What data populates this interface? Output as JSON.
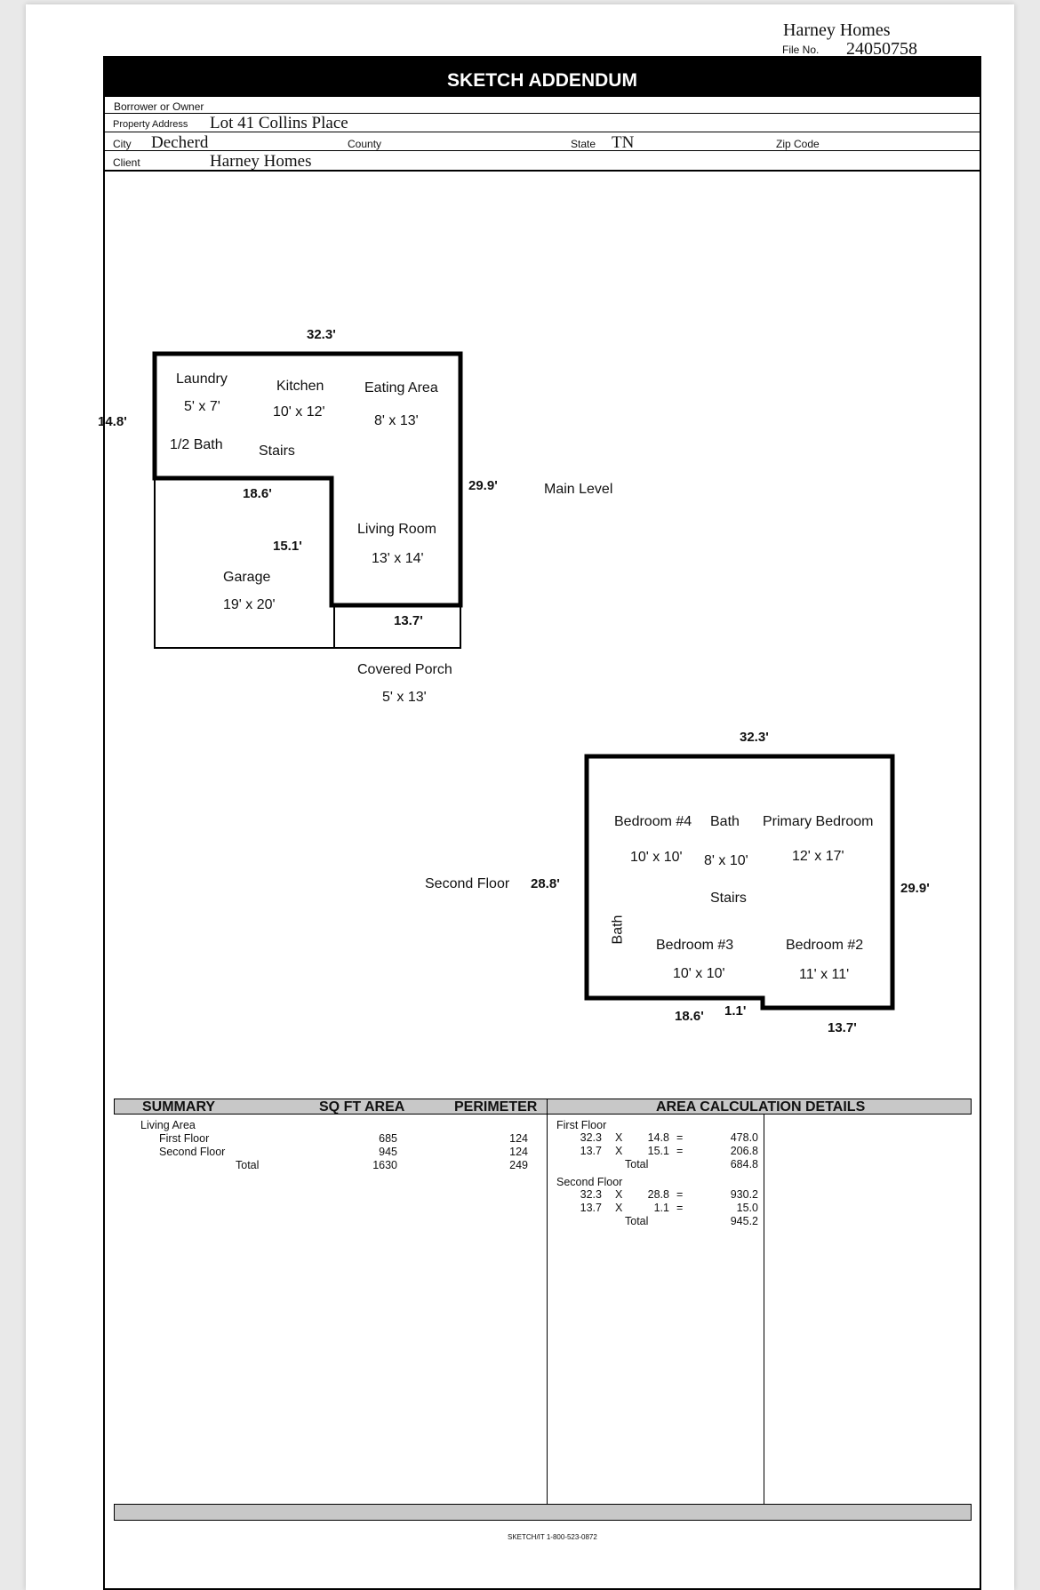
{
  "header": {
    "client_name": "Harney Homes",
    "file_no_label": "File No.",
    "file_no": "24050758"
  },
  "title": "SKETCH ADDENDUM",
  "fields": {
    "borrower_label": "Borrower or Owner",
    "borrower_value": "",
    "property_label": "Property Address",
    "property_value": "Lot 41 Collins Place",
    "city_label": "City",
    "city_value": "Decherd",
    "county_label": "County",
    "county_value": "",
    "state_label": "State",
    "state_value": "TN",
    "zip_label": "Zip Code",
    "zip_value": "",
    "client_label": "Client",
    "client_value": "Harney Homes"
  },
  "main_level": {
    "label": "Main Level",
    "rooms": {
      "laundry": "Laundry",
      "laundry_size": "5' x 7'",
      "half_bath": "1/2 Bath",
      "kitchen": "Kitchen",
      "kitchen_size": "10' x 12'",
      "stairs": "Stairs",
      "eating": "Eating Area",
      "eating_size": "8' x 13'",
      "living": "Living Room",
      "living_size": "13' x 14'",
      "garage": "Garage",
      "garage_size": "19' x 20'",
      "porch": "Covered Porch",
      "porch_size": "5' x 13'"
    },
    "dims": {
      "top": "32.3'",
      "left": "14.8'",
      "right": "29.9'",
      "inner_h": "18.6'",
      "inner_v": "15.1'",
      "bottom": "13.7'"
    }
  },
  "second_floor": {
    "label": "Second Floor",
    "rooms": {
      "bed4": "Bedroom #4",
      "bed4_size": "10' x 10'",
      "bath": "Bath",
      "bath_size": "8' x 10'",
      "primary": "Primary Bedroom",
      "primary_size": "12' x 17'",
      "stairs": "Stairs",
      "bath_side": "Bath",
      "bed3": "Bedroom #3",
      "bed3_size": "10' x 10'",
      "bed2": "Bedroom #2",
      "bed2_size": "11' x 11'"
    },
    "dims": {
      "top": "32.3'",
      "left": "28.8'",
      "right": "29.9'",
      "bottom_left": "18.6'",
      "step": "1.1'",
      "bottom_right": "13.7'"
    }
  },
  "summary": {
    "headers": {
      "summary": "SUMMARY",
      "area": "SQ FT AREA",
      "perimeter": "PERIMETER",
      "details": "AREA CALCULATION DETAILS"
    },
    "living_area": "Living Area",
    "rows": [
      {
        "name": "First Floor",
        "area": "685",
        "perimeter": "124"
      },
      {
        "name": "Second Floor",
        "area": "945",
        "perimeter": "124"
      },
      {
        "name": "Total",
        "area": "1630",
        "perimeter": "249"
      }
    ]
  },
  "calc": {
    "first": {
      "title": "First Floor",
      "lines": [
        {
          "a": "32.3",
          "op": "X",
          "b": "14.8",
          "eq": "=",
          "r": "478.0"
        },
        {
          "a": "13.7",
          "op": "X",
          "b": "15.1",
          "eq": "=",
          "r": "206.8"
        }
      ],
      "total_label": "Total",
      "total": "684.8"
    },
    "second": {
      "title": "Second Floor",
      "lines": [
        {
          "a": "32.3",
          "op": "X",
          "b": "28.8",
          "eq": "=",
          "r": "930.2"
        },
        {
          "a": "13.7",
          "op": "X",
          "b": "1.1",
          "eq": "=",
          "r": "15.0"
        }
      ],
      "total_label": "Total",
      "total": "945.2"
    }
  },
  "footer": "SKETCH/IT 1-800-523-0872"
}
